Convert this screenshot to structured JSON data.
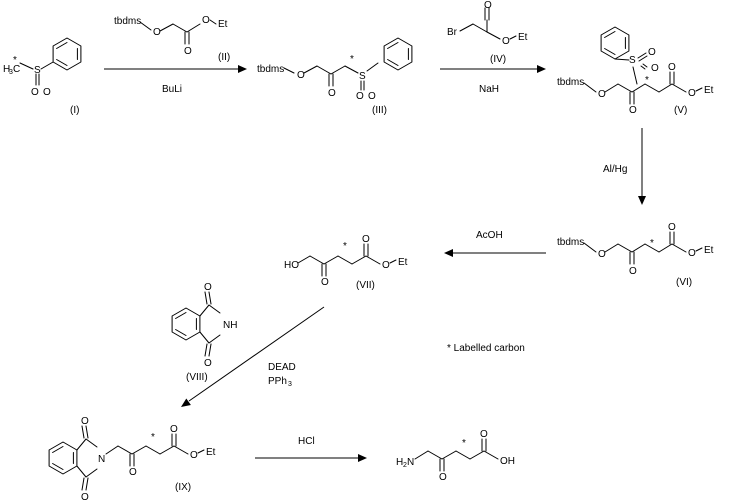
{
  "compounds": {
    "c1": {
      "label": "(I)",
      "ch3": "H",
      "ch3_sub": "3",
      "ch3_c": "C",
      "s": "S",
      "o1": "O",
      "o2": "O"
    },
    "c2": {
      "label": "(II)",
      "tbdms": "tbdms",
      "o_ether": "O",
      "o_carbonyl": "O",
      "o_ester": "O",
      "et": "Et"
    },
    "c3": {
      "label": "(III)",
      "tbdms": "tbdms",
      "o_ether": "O",
      "o_keto": "O",
      "s": "S",
      "o1": "O",
      "o2": "O"
    },
    "c4": {
      "label": "(IV)",
      "br": "Br",
      "o_carbonyl": "O",
      "o_ester": "O",
      "et": "Et"
    },
    "c5": {
      "label": "(V)",
      "tbdms": "tbdms",
      "o_ether": "O",
      "o_keto": "O",
      "s": "S",
      "o1": "O",
      "o2": "O",
      "o_carbonyl": "O",
      "o_ester": "O",
      "et": "Et"
    },
    "c6": {
      "label": "(VI)",
      "tbdms": "tbdms",
      "o_ether": "O",
      "o_keto": "O",
      "o_carbonyl": "O",
      "o_ester": "O",
      "et": "Et"
    },
    "c7": {
      "label": "(VII)",
      "ho": "HO",
      "o_keto": "O",
      "o_carbonyl": "O",
      "o_ester": "O",
      "et": "Et"
    },
    "c8": {
      "label": "(VIII)",
      "o1": "O",
      "o2": "O",
      "nh": "NH"
    },
    "c9": {
      "label": "(IX)",
      "o1": "O",
      "o2": "O",
      "n": "N",
      "o_keto": "O",
      "o_carbonyl": "O",
      "o_ester": "O",
      "et": "Et"
    },
    "product": {
      "h2n_h": "H",
      "h2n_sub": "2",
      "h2n_n": "N",
      "o_keto": "O",
      "o_acid": "O",
      "oh": "OH"
    }
  },
  "steps": {
    "s1": {
      "reagent": "BuLi"
    },
    "s2": {
      "reagent": "NaH"
    },
    "s3": {
      "reagent": "Al/Hg"
    },
    "s4": {
      "reagent": "AcOH"
    },
    "s5": {
      "reagent_1": "DEAD",
      "reagent_2": "PPh",
      "reagent_2_sub": "3"
    },
    "s6": {
      "reagent": "HCl"
    }
  },
  "label_marker": "*",
  "legend": {
    "text": "*  Labelled carbon"
  }
}
